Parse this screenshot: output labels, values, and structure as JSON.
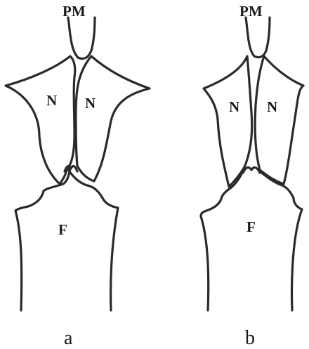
{
  "panels": [
    {
      "panel_label": "a",
      "labels": {
        "premaxilla": "PM",
        "nasal_left": "N",
        "nasal_right": "N",
        "frontal": "F"
      }
    },
    {
      "panel_label": "b",
      "labels": {
        "premaxilla": "PM",
        "nasal_left": "N",
        "nasal_right": "N",
        "frontal": "F"
      }
    }
  ],
  "colors": {
    "outline": "#2a2a2a",
    "text": "#1a1a1a",
    "background": "#ffffff"
  }
}
